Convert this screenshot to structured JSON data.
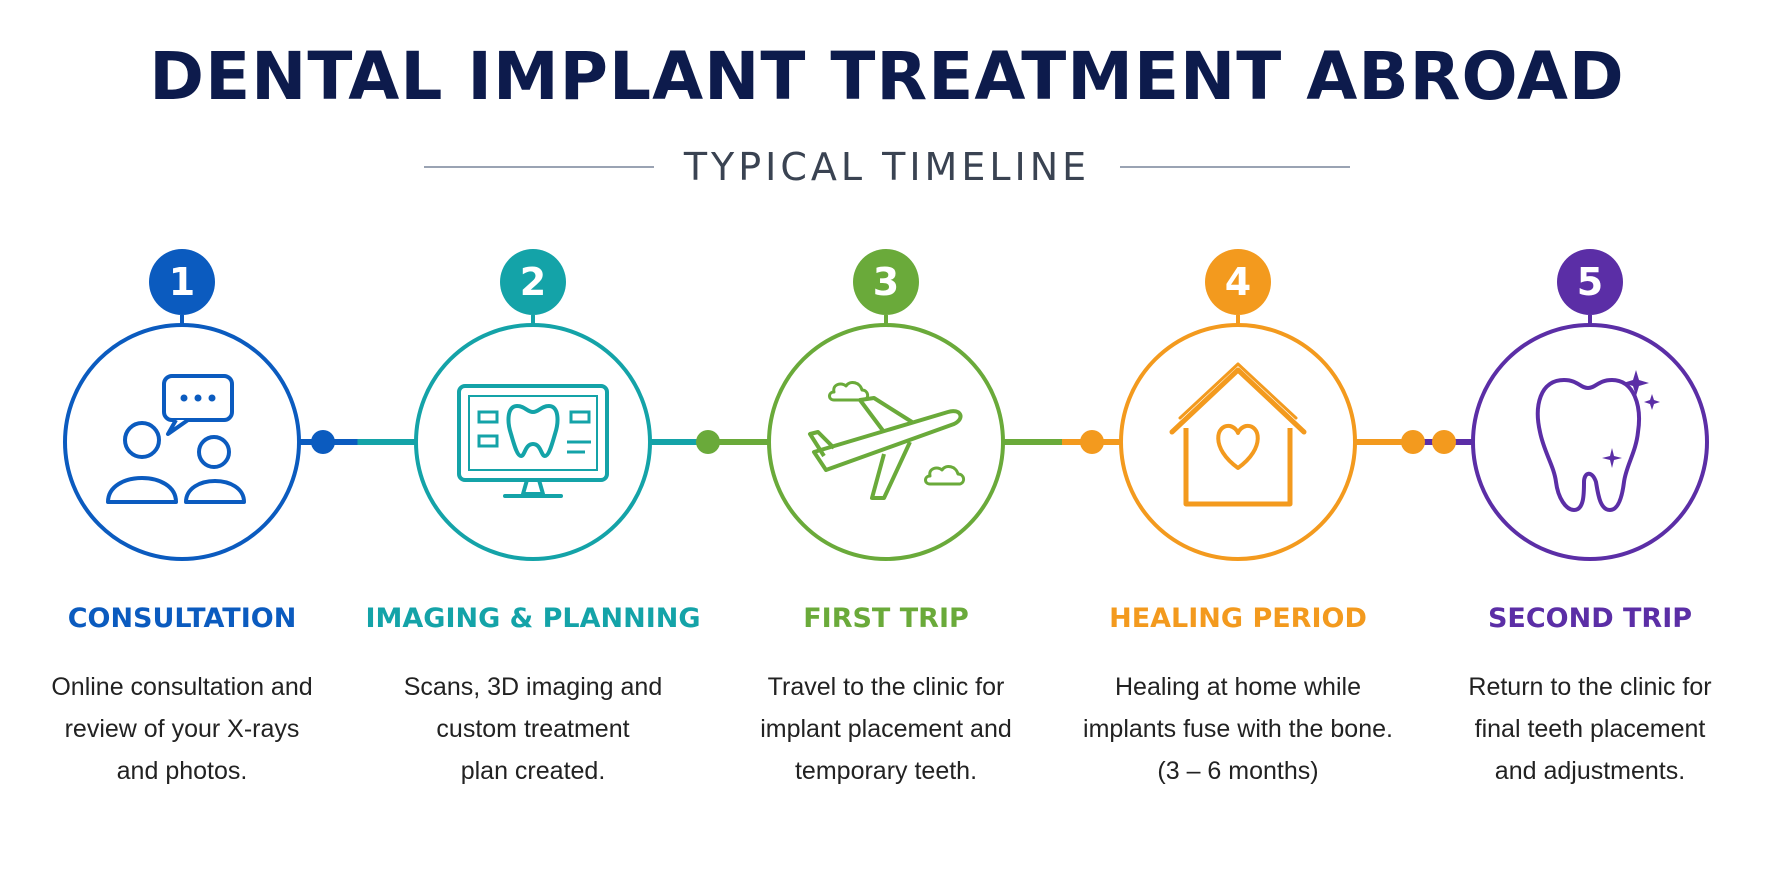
{
  "title": "DENTAL IMPLANT TREATMENT ABROAD",
  "subtitle": "TYPICAL TIMELINE",
  "steps": [
    {
      "number": "1",
      "title": "CONSULTATION",
      "description": "Online consultation and\nreview of your X-rays\nand photos.",
      "color": "#0b5bbf",
      "icon": "consultation-chat-icon"
    },
    {
      "number": "2",
      "title": "IMAGING & PLANNING",
      "description": "Scans, 3D imaging and\ncustom treatment\nplan created.",
      "color": "#14a3a8",
      "icon": "monitor-tooth-scan-icon"
    },
    {
      "number": "3",
      "title": "FIRST TRIP",
      "description": "Travel to the clinic for\nimplant placement and\ntemporary teeth.",
      "color": "#6aaa3a",
      "icon": "airplane-icon"
    },
    {
      "number": "4",
      "title": "HEALING PERIOD",
      "description": "Healing at home while\nimplants fuse with the bone.\n(3 – 6 months)",
      "color": "#f39a1e",
      "icon": "home-heart-icon"
    },
    {
      "number": "5",
      "title": "SECOND TRIP",
      "description": "Return to the clinic for\nfinal teeth placement\nand adjustments.",
      "color": "#5b2ea6",
      "icon": "sparkling-tooth-icon"
    }
  ]
}
